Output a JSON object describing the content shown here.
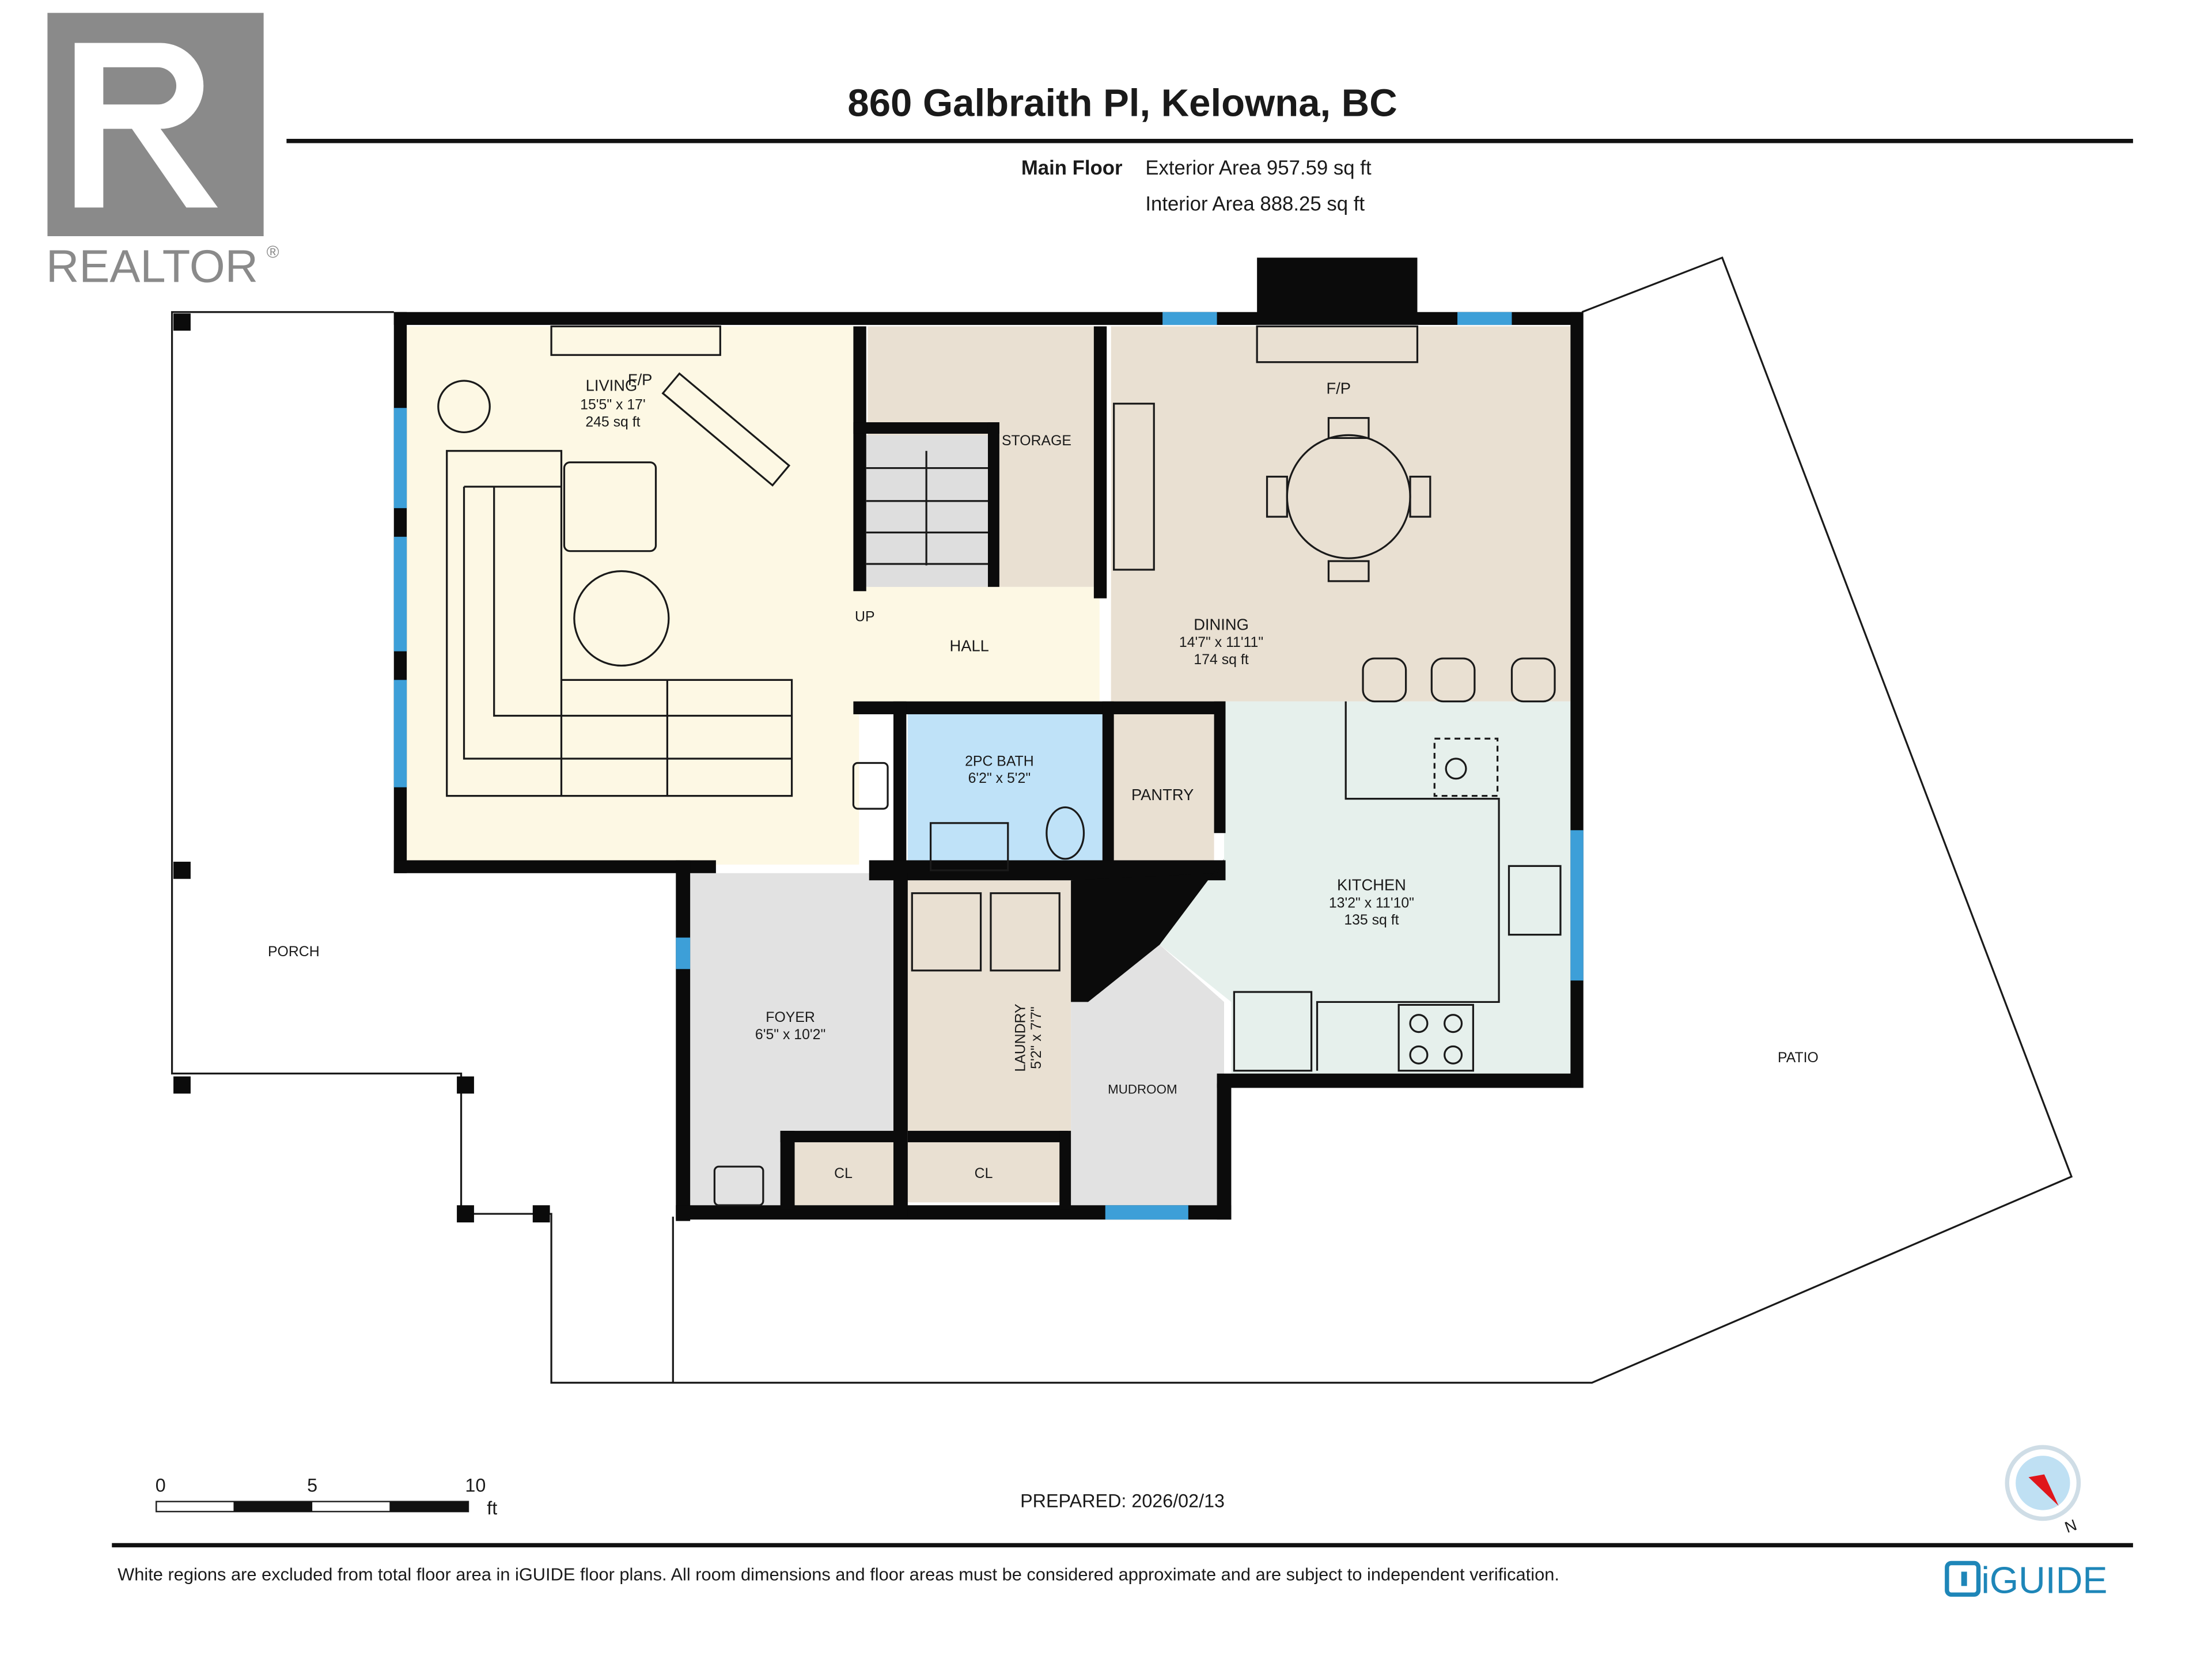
{
  "header": {
    "title": "860 Galbraith Pl, Kelowna, BC",
    "floor_label": "Main Floor",
    "exterior_area": "Exterior Area 957.59 sq ft",
    "interior_area": "Interior Area 888.25 sq ft"
  },
  "logo": {
    "realtor": "REALTOR",
    "realtor_mark": "®",
    "iguide": "iGUIDE"
  },
  "rooms": {
    "living": {
      "name": "LIVING",
      "dims": "15'5\" x 17'",
      "area": "245 sq ft"
    },
    "dining": {
      "name": "DINING",
      "dims": "14'7\" x 11'11\"",
      "area": "174 sq ft"
    },
    "kitchen": {
      "name": "KITCHEN",
      "dims": "13'2\" x 11'10\"",
      "area": "135 sq ft"
    },
    "bath": {
      "name": "2PC BATH",
      "dims": "6'2\" x 5'2\""
    },
    "foyer": {
      "name": "FOYER",
      "dims": "6'5\" x 10'2\""
    },
    "laundry": {
      "name": "LAUNDRY",
      "dims": "5'2\" x 7'7\""
    },
    "storage": {
      "name": "STORAGE"
    },
    "hall": {
      "name": "HALL"
    },
    "pantry": {
      "name": "PANTRY"
    },
    "mudroom": {
      "name": "MUDROOM"
    },
    "closet1": {
      "name": "CL"
    },
    "closet2": {
      "name": "CL"
    },
    "porch": {
      "name": "PORCH"
    },
    "patio": {
      "name": "PATIO"
    }
  },
  "labels": {
    "up": "UP",
    "fp_living": "F/P",
    "fp_dining": "F/P"
  },
  "scale": {
    "t0": "0",
    "t5": "5",
    "t10": "10",
    "unit": "ft"
  },
  "compass": {
    "north": "N"
  },
  "footer": {
    "prepared": "PREPARED: 2026/02/13",
    "disclaimer": "White regions are excluded from total floor area in iGUIDE floor plans. All room dimensions and floor areas must be considered approximate and are subject to independent verification."
  },
  "colors": {
    "living": "#fdf8e4",
    "beige": "#e9e0d2",
    "bath": "#bfe2f8",
    "kitchen": "#e6f0ec",
    "grey": "#e2e2e2",
    "window": "#3d9fd8",
    "realtor_grey": "#8a8a8a",
    "iguide_blue": "#1e86b8"
  }
}
